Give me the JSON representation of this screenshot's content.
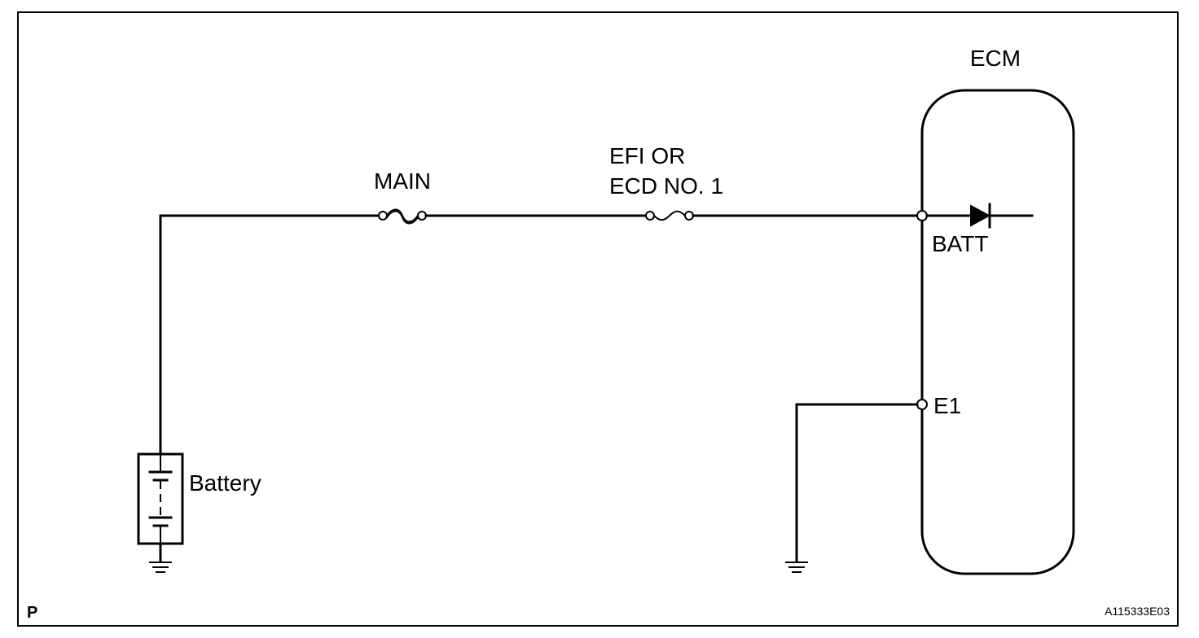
{
  "labels": {
    "ecm": "ECM",
    "main_fuse": "MAIN",
    "efi_fuse_line1": "EFI OR",
    "efi_fuse_line2": "ECD NO. 1",
    "batt_terminal": "BATT",
    "e1_terminal": "E1",
    "battery": "Battery",
    "corner_mark": "P",
    "figure_id": "A115333E03"
  },
  "colors": {
    "line": "#000000",
    "background": "#ffffff"
  }
}
